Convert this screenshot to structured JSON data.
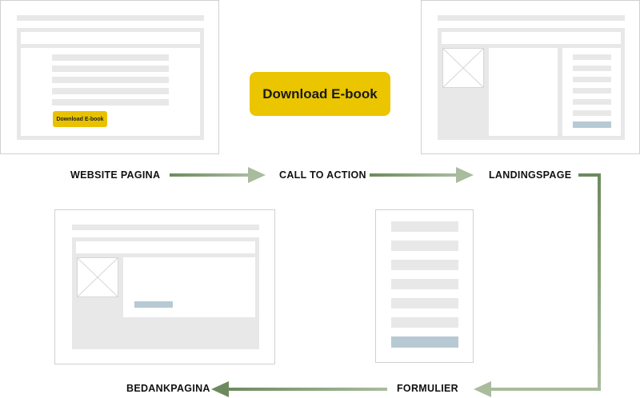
{
  "steps": {
    "website": "WEBSITE PAGINA",
    "cta": "CALL TO ACTION",
    "landing": "LANDINGSPAGE",
    "form": "FORMULIER",
    "thanks": "BEDANKPAGINA"
  },
  "buttons": {
    "small": "Download E-book",
    "cta": "Download E-book"
  },
  "colors": {
    "button_yellow": "#eac500",
    "arrow_light": "#a9bc9e",
    "arrow_dark": "#6d8a5e",
    "placeholder_gray": "#e8e8e8",
    "submit_blue": "#b7cad4"
  }
}
